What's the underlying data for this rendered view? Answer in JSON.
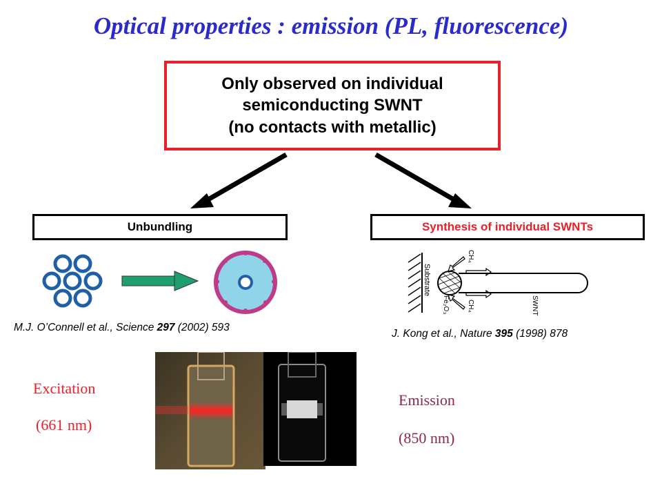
{
  "title": "Optical properties : emission (PL, fluorescence)",
  "main_box": {
    "lines": [
      "Only observed on individual",
      "semiconducting SWNT",
      "(no contacts with metallic)"
    ]
  },
  "left": {
    "header": "Unbundling",
    "citation": {
      "prefix": "M.J. O’Connell et al., Science ",
      "volume": "297",
      "suffix": " (2002) 593"
    }
  },
  "right": {
    "header": "Synthesis of individual SWNTs",
    "citation": {
      "prefix": "J. Kong et al., Nature ",
      "volume": "395",
      "suffix": " (1998) 878"
    },
    "diagram_labels": {
      "ch4_top": "CH₄",
      "ch4_bottom": "CH₄",
      "substrate": "Substrate",
      "catalyst": "Fe₂O₃",
      "swnt": "SWNT"
    }
  },
  "excitation": {
    "label": "Excitation",
    "wavelength": "(661 nm)"
  },
  "emission": {
    "label": "Emission",
    "wavelength": "(850 nm)"
  },
  "colors": {
    "title": "#2b2bcc",
    "box_border": "#e8202a",
    "excitation": "#e8202a",
    "emission": "#8a2850",
    "arrow": "#1f9e70"
  }
}
